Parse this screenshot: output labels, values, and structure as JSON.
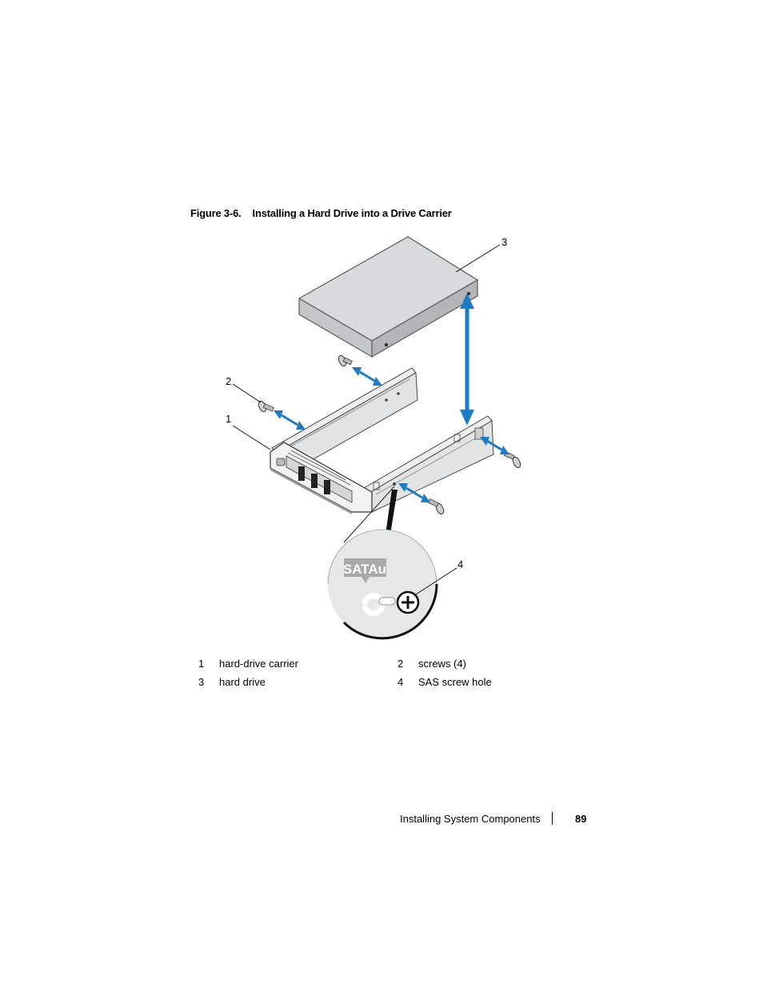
{
  "figure": {
    "number": "Figure 3-6.",
    "title": "Installing a Hard Drive into a Drive Carrier",
    "callouts": [
      "1",
      "2",
      "3",
      "4"
    ],
    "inset_label": "SATAu"
  },
  "legend": [
    {
      "num": "1",
      "text": "hard-drive carrier"
    },
    {
      "num": "2",
      "text": "screws (4)"
    },
    {
      "num": "3",
      "text": "hard drive"
    },
    {
      "num": "4",
      "text": "SAS screw hole"
    }
  ],
  "footer": {
    "section": "Installing System Components",
    "page": "89"
  },
  "colors": {
    "arrow": "#1e7cc4",
    "drive_top": "#d8dadd",
    "carrier": "#e6e7e8"
  }
}
